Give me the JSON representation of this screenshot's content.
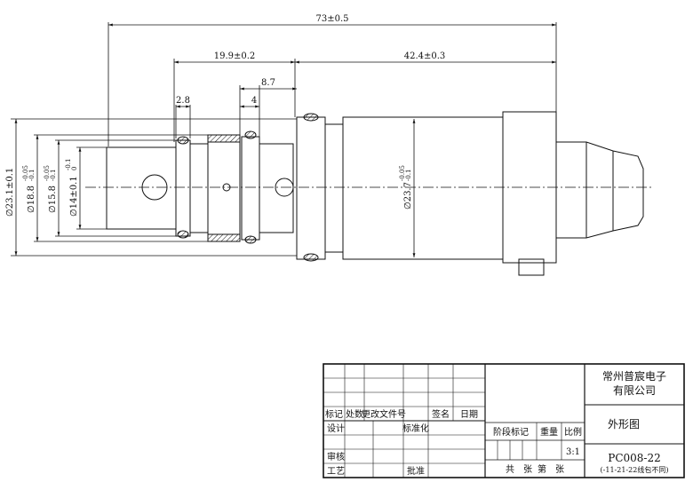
{
  "dimensions": {
    "overall_length": "73±0.5",
    "front_length": "19.9±0.2",
    "body_length": "42.4±0.3",
    "groove_8_7": "8.7",
    "groove_2_8": "2.8",
    "groove_4": "4",
    "dia_23_1": "∅23.1±0.1",
    "dia_18_8": "∅18.8",
    "dia_18_8_tol_upper": "-0.05",
    "dia_18_8_tol_lower": "-0.1",
    "dia_15_8": "∅15.8",
    "dia_15_8_tol_upper": "-0.05",
    "dia_15_8_tol_lower": "-0.1",
    "dia_14": "∅14±0.1",
    "dia_14_tol_upper": "-0.1",
    "dia_14_tol_lower": "0",
    "dia_23_7": "∅23.7",
    "dia_23_7_tol_upper": "-0.05",
    "dia_23_7_tol_lower": "-0.1"
  },
  "title_block": {
    "company_line1": "常州普宸电子",
    "company_line2": "有限公司",
    "rev_mark": "标记",
    "rev_count": "处数",
    "rev_doc": "更改文件号",
    "rev_sign": "签名",
    "rev_date": "日期",
    "design": "设计",
    "standardize": "标准化",
    "check": "审核",
    "process": "工艺",
    "approve": "批准",
    "stage_mark": "阶段标记",
    "weight": "重量",
    "scale_label": "比例",
    "scale_value": "3:1",
    "drawing_title": "外形图",
    "sheets_total": "共",
    "sheets_unit": "张",
    "sheet_no": "第",
    "sheet_unit": "张",
    "part_number": "PC008-22",
    "part_note": "(-11-21-22线包不同)"
  }
}
